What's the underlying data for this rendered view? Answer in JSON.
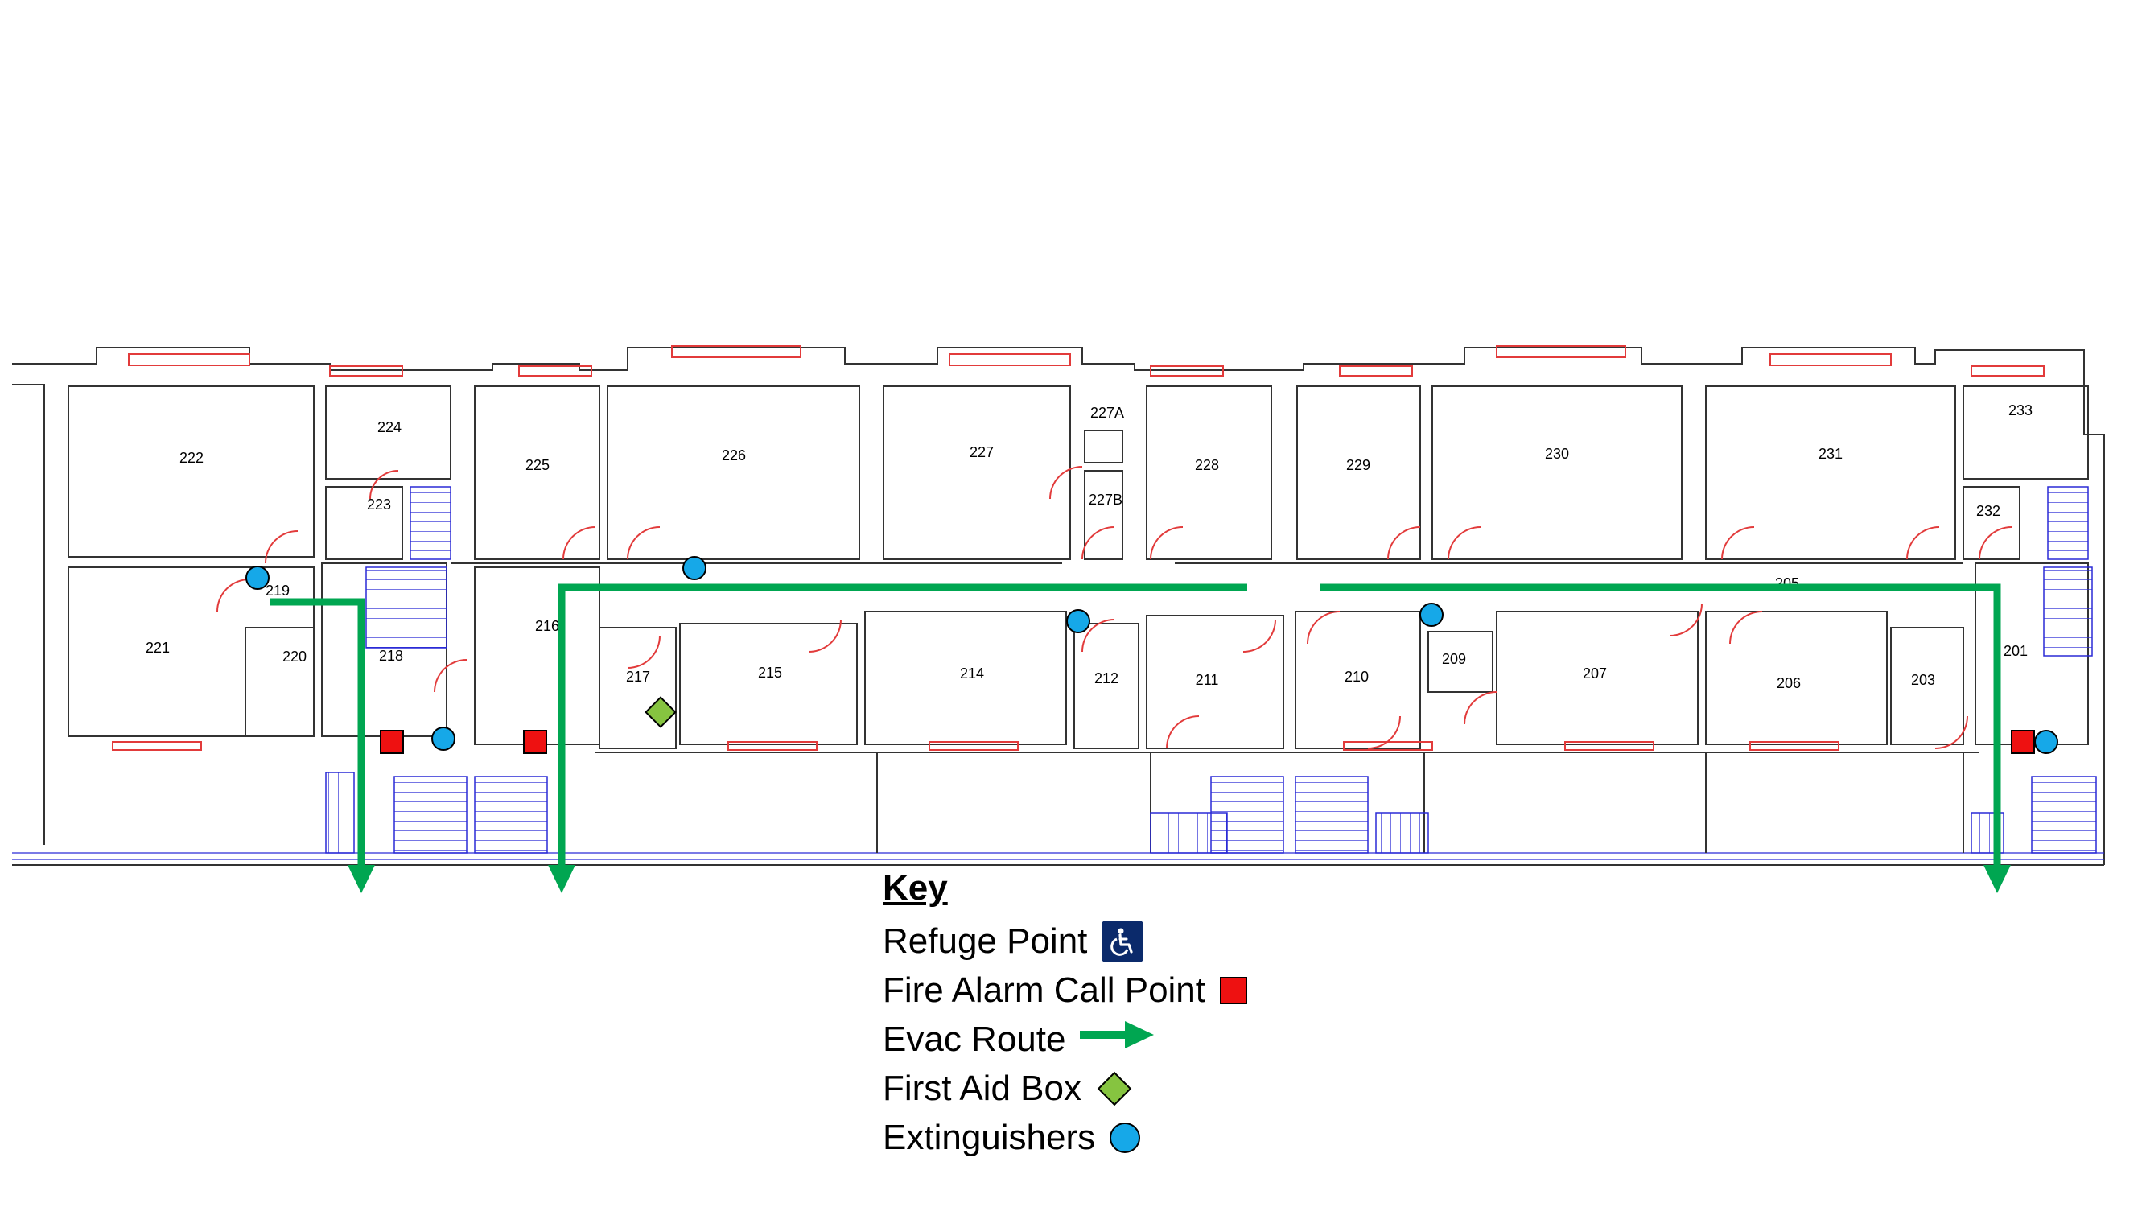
{
  "rooms": {
    "r201": "201",
    "r203": "203",
    "r205": "205",
    "r206": "206",
    "r207": "207",
    "r209": "209",
    "r210": "210",
    "r211": "211",
    "r212": "212",
    "r214": "214",
    "r215": "215",
    "r216": "216",
    "r217": "217",
    "r218": "218",
    "r219": "219",
    "r220": "220",
    "r221": "221",
    "r222": "222",
    "r223": "223",
    "r224": "224",
    "r225": "225",
    "r226": "226",
    "r227": "227",
    "r227A": "227A",
    "r227B": "227B",
    "r228": "228",
    "r229": "229",
    "r230": "230",
    "r231": "231",
    "r232": "232",
    "r233": "233"
  },
  "key": {
    "title": "Key",
    "refuge_point": "Refuge Point",
    "fire_alarm": "Fire Alarm Call Point",
    "evac_route": "Evac Route",
    "first_aid": "First Aid Box",
    "extinguishers": "Extinguishers"
  },
  "colors": {
    "evac": "#00a651",
    "alarm": "#ee1111",
    "extinguisher": "#16a8e8",
    "first_aid": "#86c440",
    "refuge": "#0b2a6b",
    "walls": "#333333",
    "windows": "#e23b3b",
    "stairs": "#2a2ad6"
  },
  "icons": {
    "refuge": "wheelchair-icon",
    "alarm": "red-square-icon",
    "evac": "green-arrow-icon",
    "first_aid": "green-diamond-icon",
    "extinguisher": "blue-circle-icon"
  }
}
